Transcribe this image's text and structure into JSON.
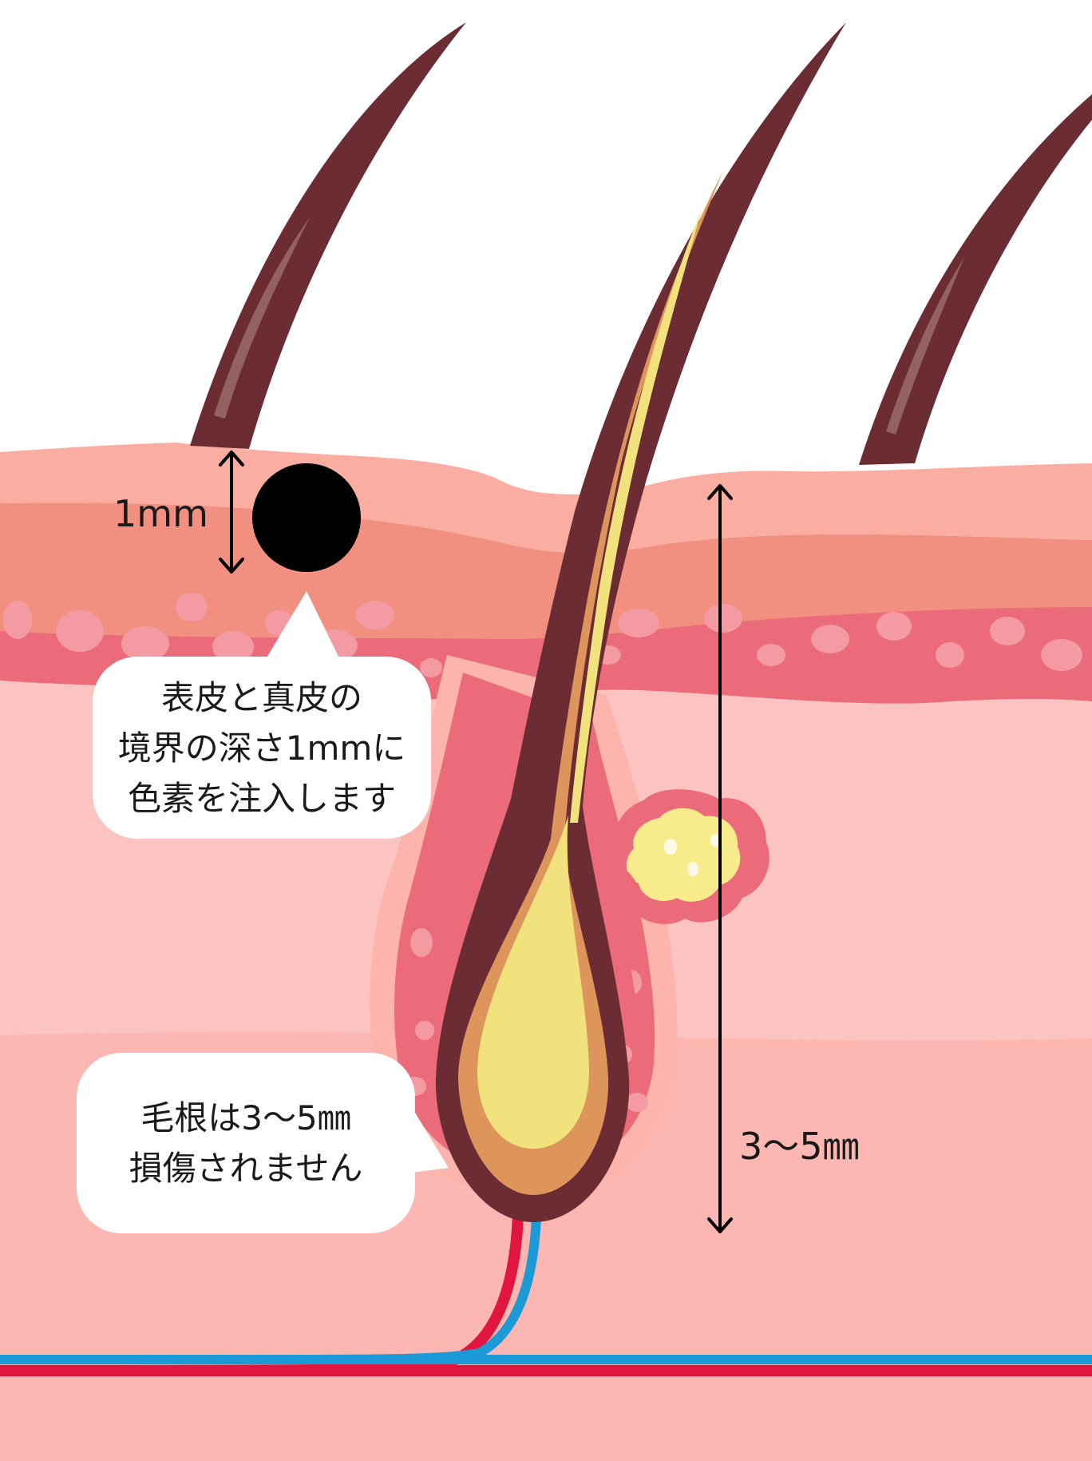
{
  "labels": {
    "epidermis_depth": "1mm",
    "follicle_depth": "3〜5㎜"
  },
  "bubbles": {
    "epidermis": {
      "lines": [
        "表皮と真皮の",
        "境界の深さ1mmに",
        "色素を注入します"
      ]
    },
    "root": {
      "lines": [
        "毛根は3〜5㎜",
        "損傷されません"
      ]
    }
  },
  "colors": {
    "background": "#ffffff",
    "skin_top": "#fbada2",
    "skin_band": "#f19080",
    "dermis_pink": "#ec6b7a",
    "dermis_dots": "#f49aa3",
    "dermis_body": "#fcc4c0",
    "deep_layer": "#fcb7b2",
    "hair_dark": "#6b2d33",
    "hair_highlight": "#946262",
    "follicle_orange": "#de955c",
    "hair_root_yellow": "#f2e27e",
    "sebaceous_yellow": "#f7eb8c",
    "artery_red": "#e0163f",
    "vein_blue": "#1b9ad6",
    "pigment_dot": "#000000",
    "arrow": "#000000"
  },
  "icons": {
    "pigment": "pigment-dot-icon",
    "depth_arrow_1mm": "double-arrow-icon",
    "depth_arrow_3_5mm": "double-arrow-icon"
  }
}
